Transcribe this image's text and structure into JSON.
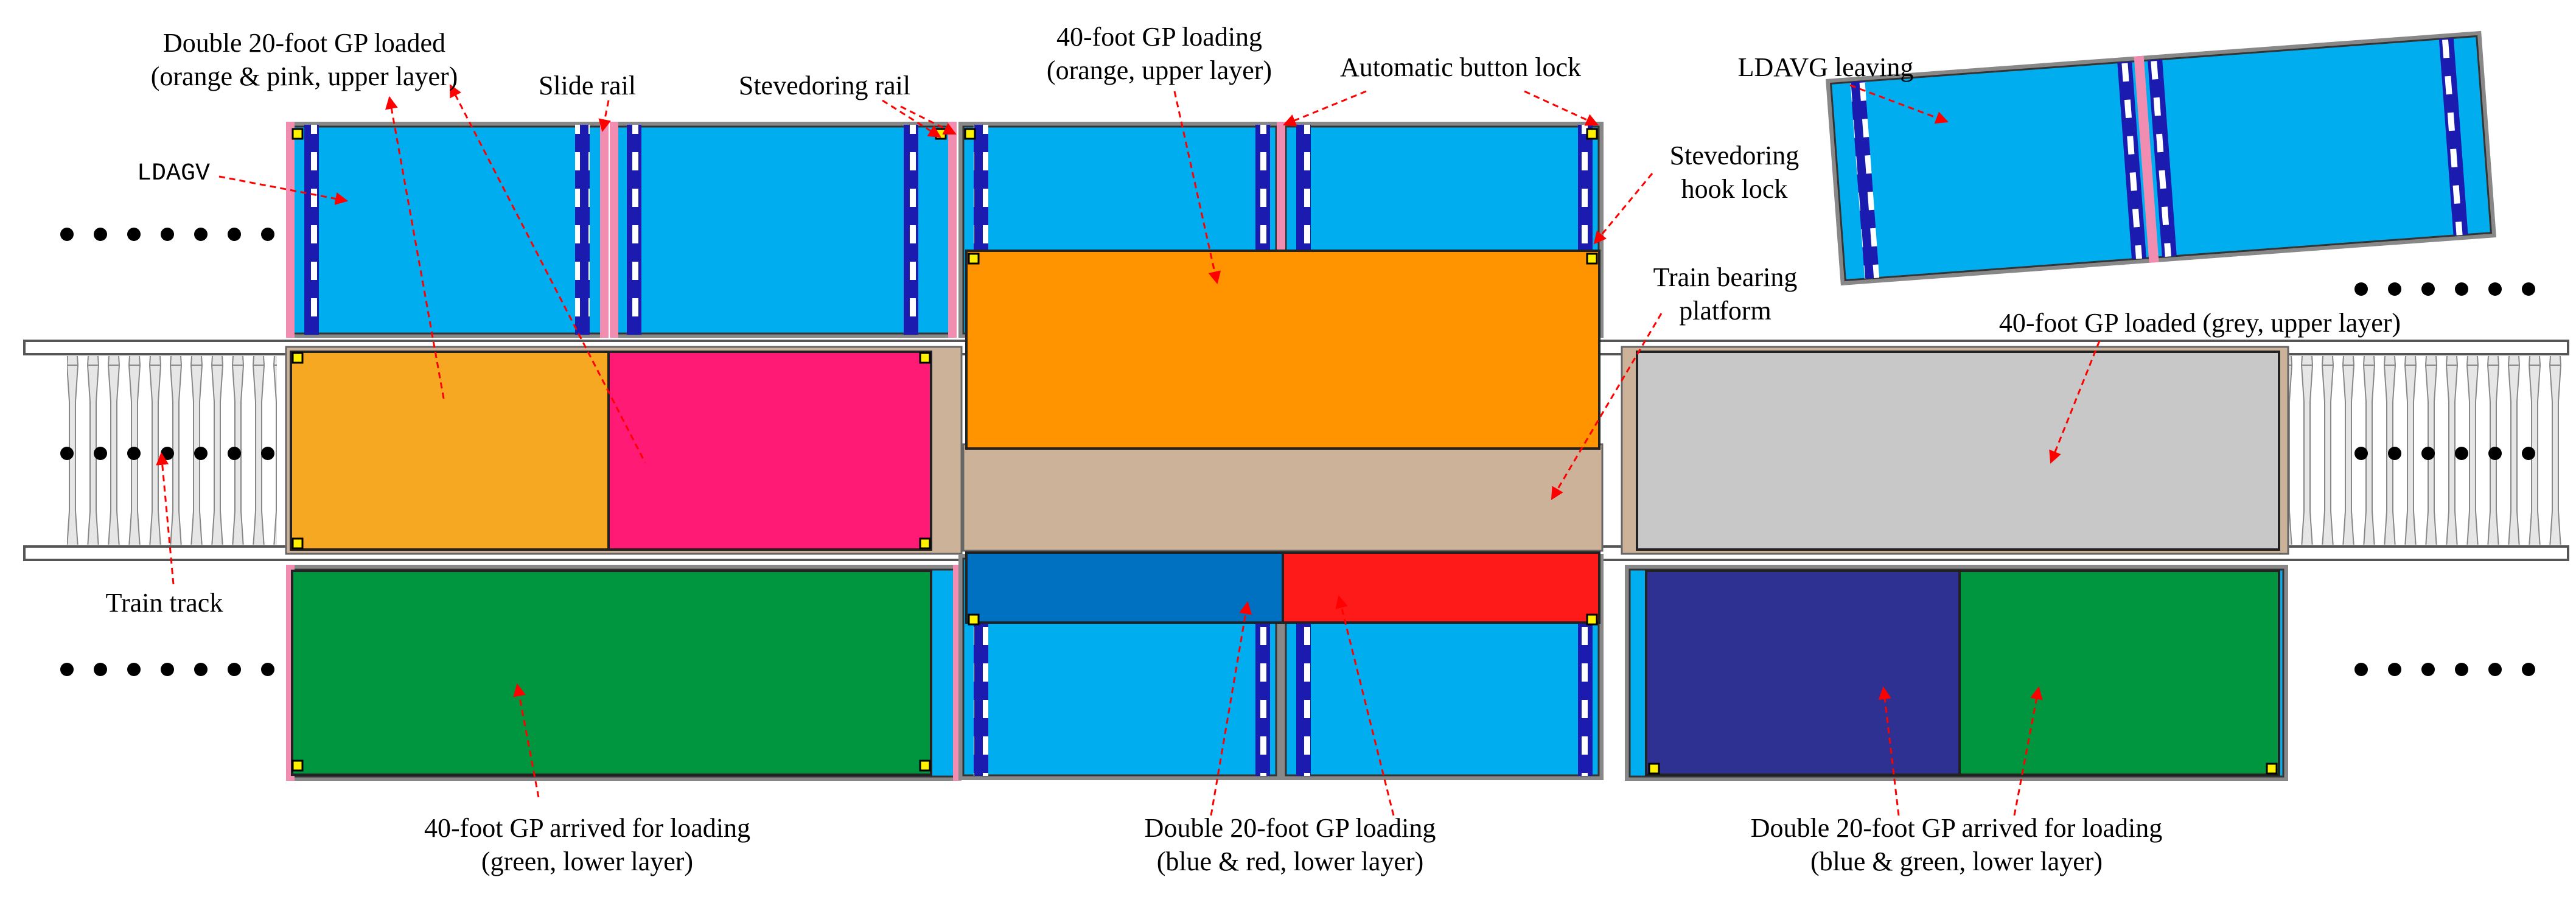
{
  "labels": {
    "double20_loaded_1": "Double 20-foot GP loaded",
    "double20_loaded_2": "(orange & pink, upper layer)",
    "slide_rail": "Slide rail",
    "stevedoring_rail": "Stevedoring rail",
    "forty_loading_1": "40-foot GP loading",
    "forty_loading_2": "(orange, upper layer)",
    "auto_button_lock": "Automatic button lock",
    "stevedoring_hook_1": "Stevedoring",
    "stevedoring_hook_2": "hook lock",
    "train_bearing_1": "Train bearing",
    "train_bearing_2": "platform",
    "ldavg_leaving": "LDAVG leaving",
    "forty_grey_loaded": "40-foot GP loaded (grey, upper layer)",
    "ldagv": "LDAGV",
    "train_track": "Train track",
    "forty_arrived_1": "40-foot GP arrived for loading",
    "forty_arrived_2": "(green, lower layer)",
    "double20_loading_1": "Double 20-foot GP loading",
    "double20_loading_2": "(blue & red, lower layer)",
    "double20_arrived_1": "Double 20-foot GP arrived for loading",
    "double20_arrived_2": "(blue & green, lower layer)"
  },
  "colors": {
    "agv_blue": "#00AEEF",
    "orange": "#F7A823",
    "pink": "#FF1A75",
    "orange_40": "#FF9400",
    "tan": "#CDB29A",
    "blue_20": "#0070C0",
    "red_20": "#FF1A1A",
    "green": "#009640",
    "navy": "#2E3192",
    "grey": "#C8C8C8",
    "rail_pink": "#F28DB2",
    "lock_yellow": "#FFF200",
    "arrow_red": "#FF0000"
  }
}
